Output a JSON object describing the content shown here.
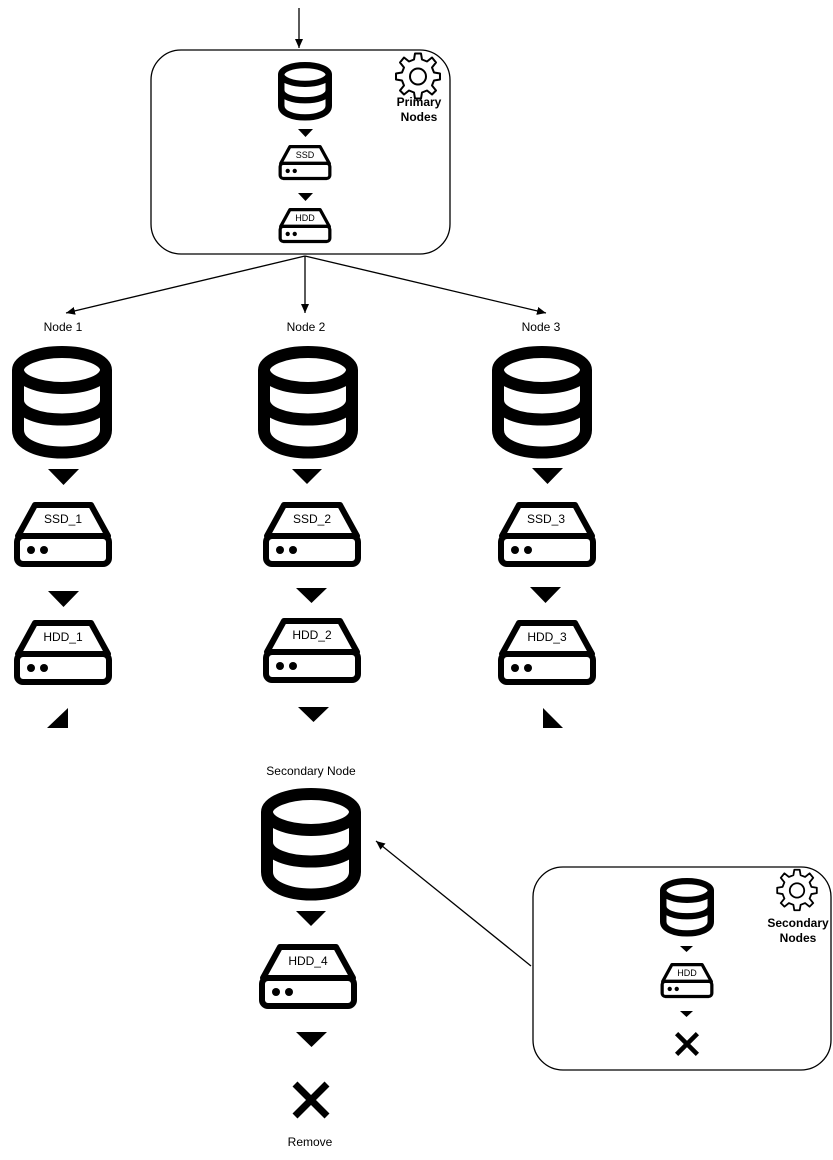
{
  "primary_box": {
    "title_line1": "Primary",
    "title_line2": "Nodes",
    "ssd_label": "SSD",
    "hdd_label": "HDD",
    "icon": "gear-icon"
  },
  "nodes": [
    {
      "name": "Node 1",
      "ssd_label": "SSD_1",
      "hdd_label": "HDD_1"
    },
    {
      "name": "Node 2",
      "ssd_label": "SSD_2",
      "hdd_label": "HDD_2"
    },
    {
      "name": "Node 3",
      "ssd_label": "SSD_3",
      "hdd_label": "HDD_3"
    }
  ],
  "secondary_node": {
    "name": "Secondary Node",
    "hdd_label": "HDD_4",
    "remove_label": "Remove"
  },
  "secondary_box": {
    "title_line1": "Secondary",
    "title_line2": "Nodes",
    "hdd_label": "HDD",
    "icon": "gear-icon"
  },
  "colors": {
    "stroke": "#000000",
    "background": "#ffffff"
  }
}
